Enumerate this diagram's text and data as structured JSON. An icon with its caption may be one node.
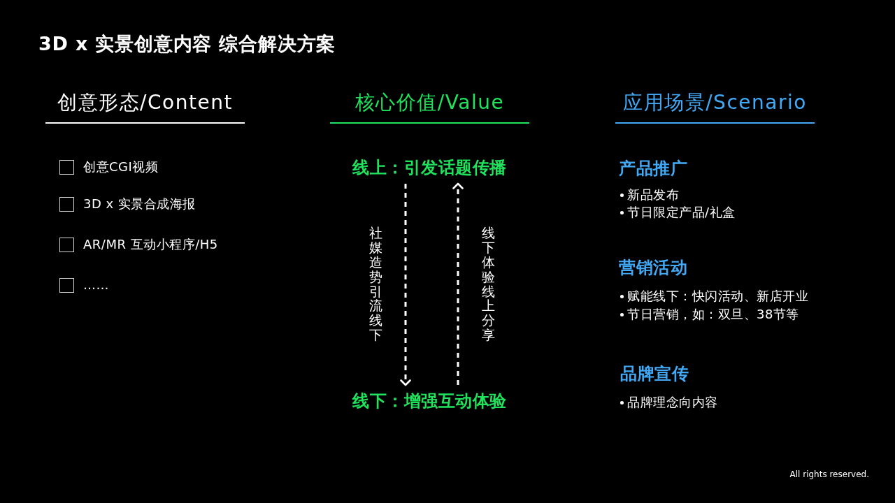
{
  "diagram": {
    "title": "3D x 实景创意内容 综合解决方案",
    "nodes": [
      {
        "text": [
          "线上：引发话题传播"
        ]
      },
      {
        "text": [
          "线下：增强互动体验"
        ]
      }
    ],
    "edges": [
      {
        "from": 0,
        "to": 1,
        "arrow": "to",
        "style": "dashed",
        "label": "社媒造势引流线下"
      },
      {
        "from": 1,
        "to": 0,
        "arrow": "to",
        "style": "dashed",
        "label": "线下体验线上分享"
      }
    ],
    "labels": [
      "创意形态/Content",
      "核心价值/Value",
      "应用场景/Scenario",
      "创意CGI视频",
      "3D x 实景合成海报",
      "AR/MR 互动小程序/H5",
      "……",
      "产品推广",
      "新品发布",
      "节日限定产品/礼盒",
      "营销活动",
      "赋能线下：快闪活动、新店开业",
      "节日营销，如：双旦、38节等",
      "品牌宣传",
      "品牌理念向内容",
      "All rights reserved."
    ]
  }
}
